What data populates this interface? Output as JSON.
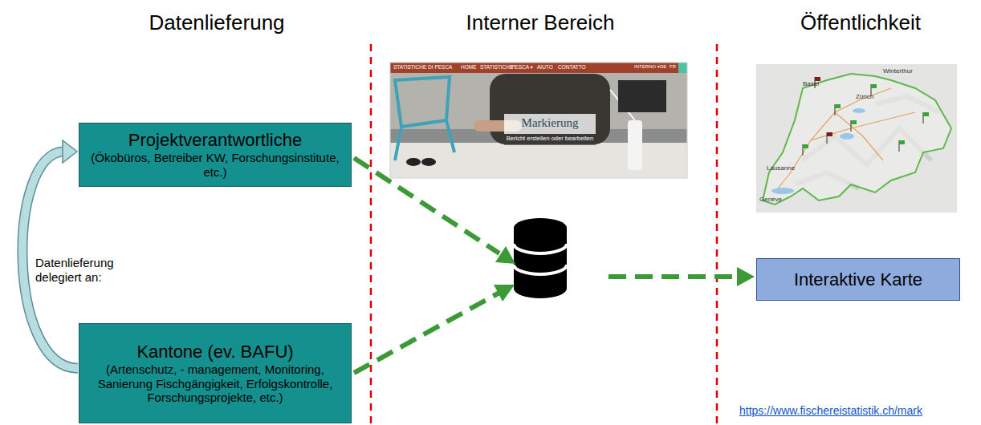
{
  "diagram": {
    "nodes": [
      {
        "text": [
          "Projektverantwortliche",
          "(Ökobüros, Betreiber KW, Forschungsinstitute, etc.)"
        ]
      },
      {
        "text": [
          "Kantone (ev. BAFU)",
          "(Artenschutz, - management, Monitoring, Sanierung Fischgängigkeit, Erfolgskontrolle, Forschungsprojekte, etc.)"
        ]
      },
      {
        "text": [
          "Interaktive Karte"
        ]
      }
    ],
    "edges": [
      {
        "from": 1,
        "to": 0,
        "label": "Datenlieferung delegiert an:",
        "arrow": "to"
      }
    ],
    "labels": [
      "Datenlieferung",
      "Interner Bereich",
      "Öffentlichkeit",
      "STATISTICHE DI PESCA",
      "HOME",
      "STATISTICHE",
      "PESCA ▾",
      "AIUTO",
      "CONTATTO",
      "INTERNO ▾",
      "DE",
      "FR",
      "Markierung",
      "Bericht erstellen oder bearbeiten",
      "Basel",
      "Winterthur",
      "Zürich",
      "Lausanne",
      "Genève",
      "https://www.fischereistatistik.ch/mark"
    ]
  }
}
